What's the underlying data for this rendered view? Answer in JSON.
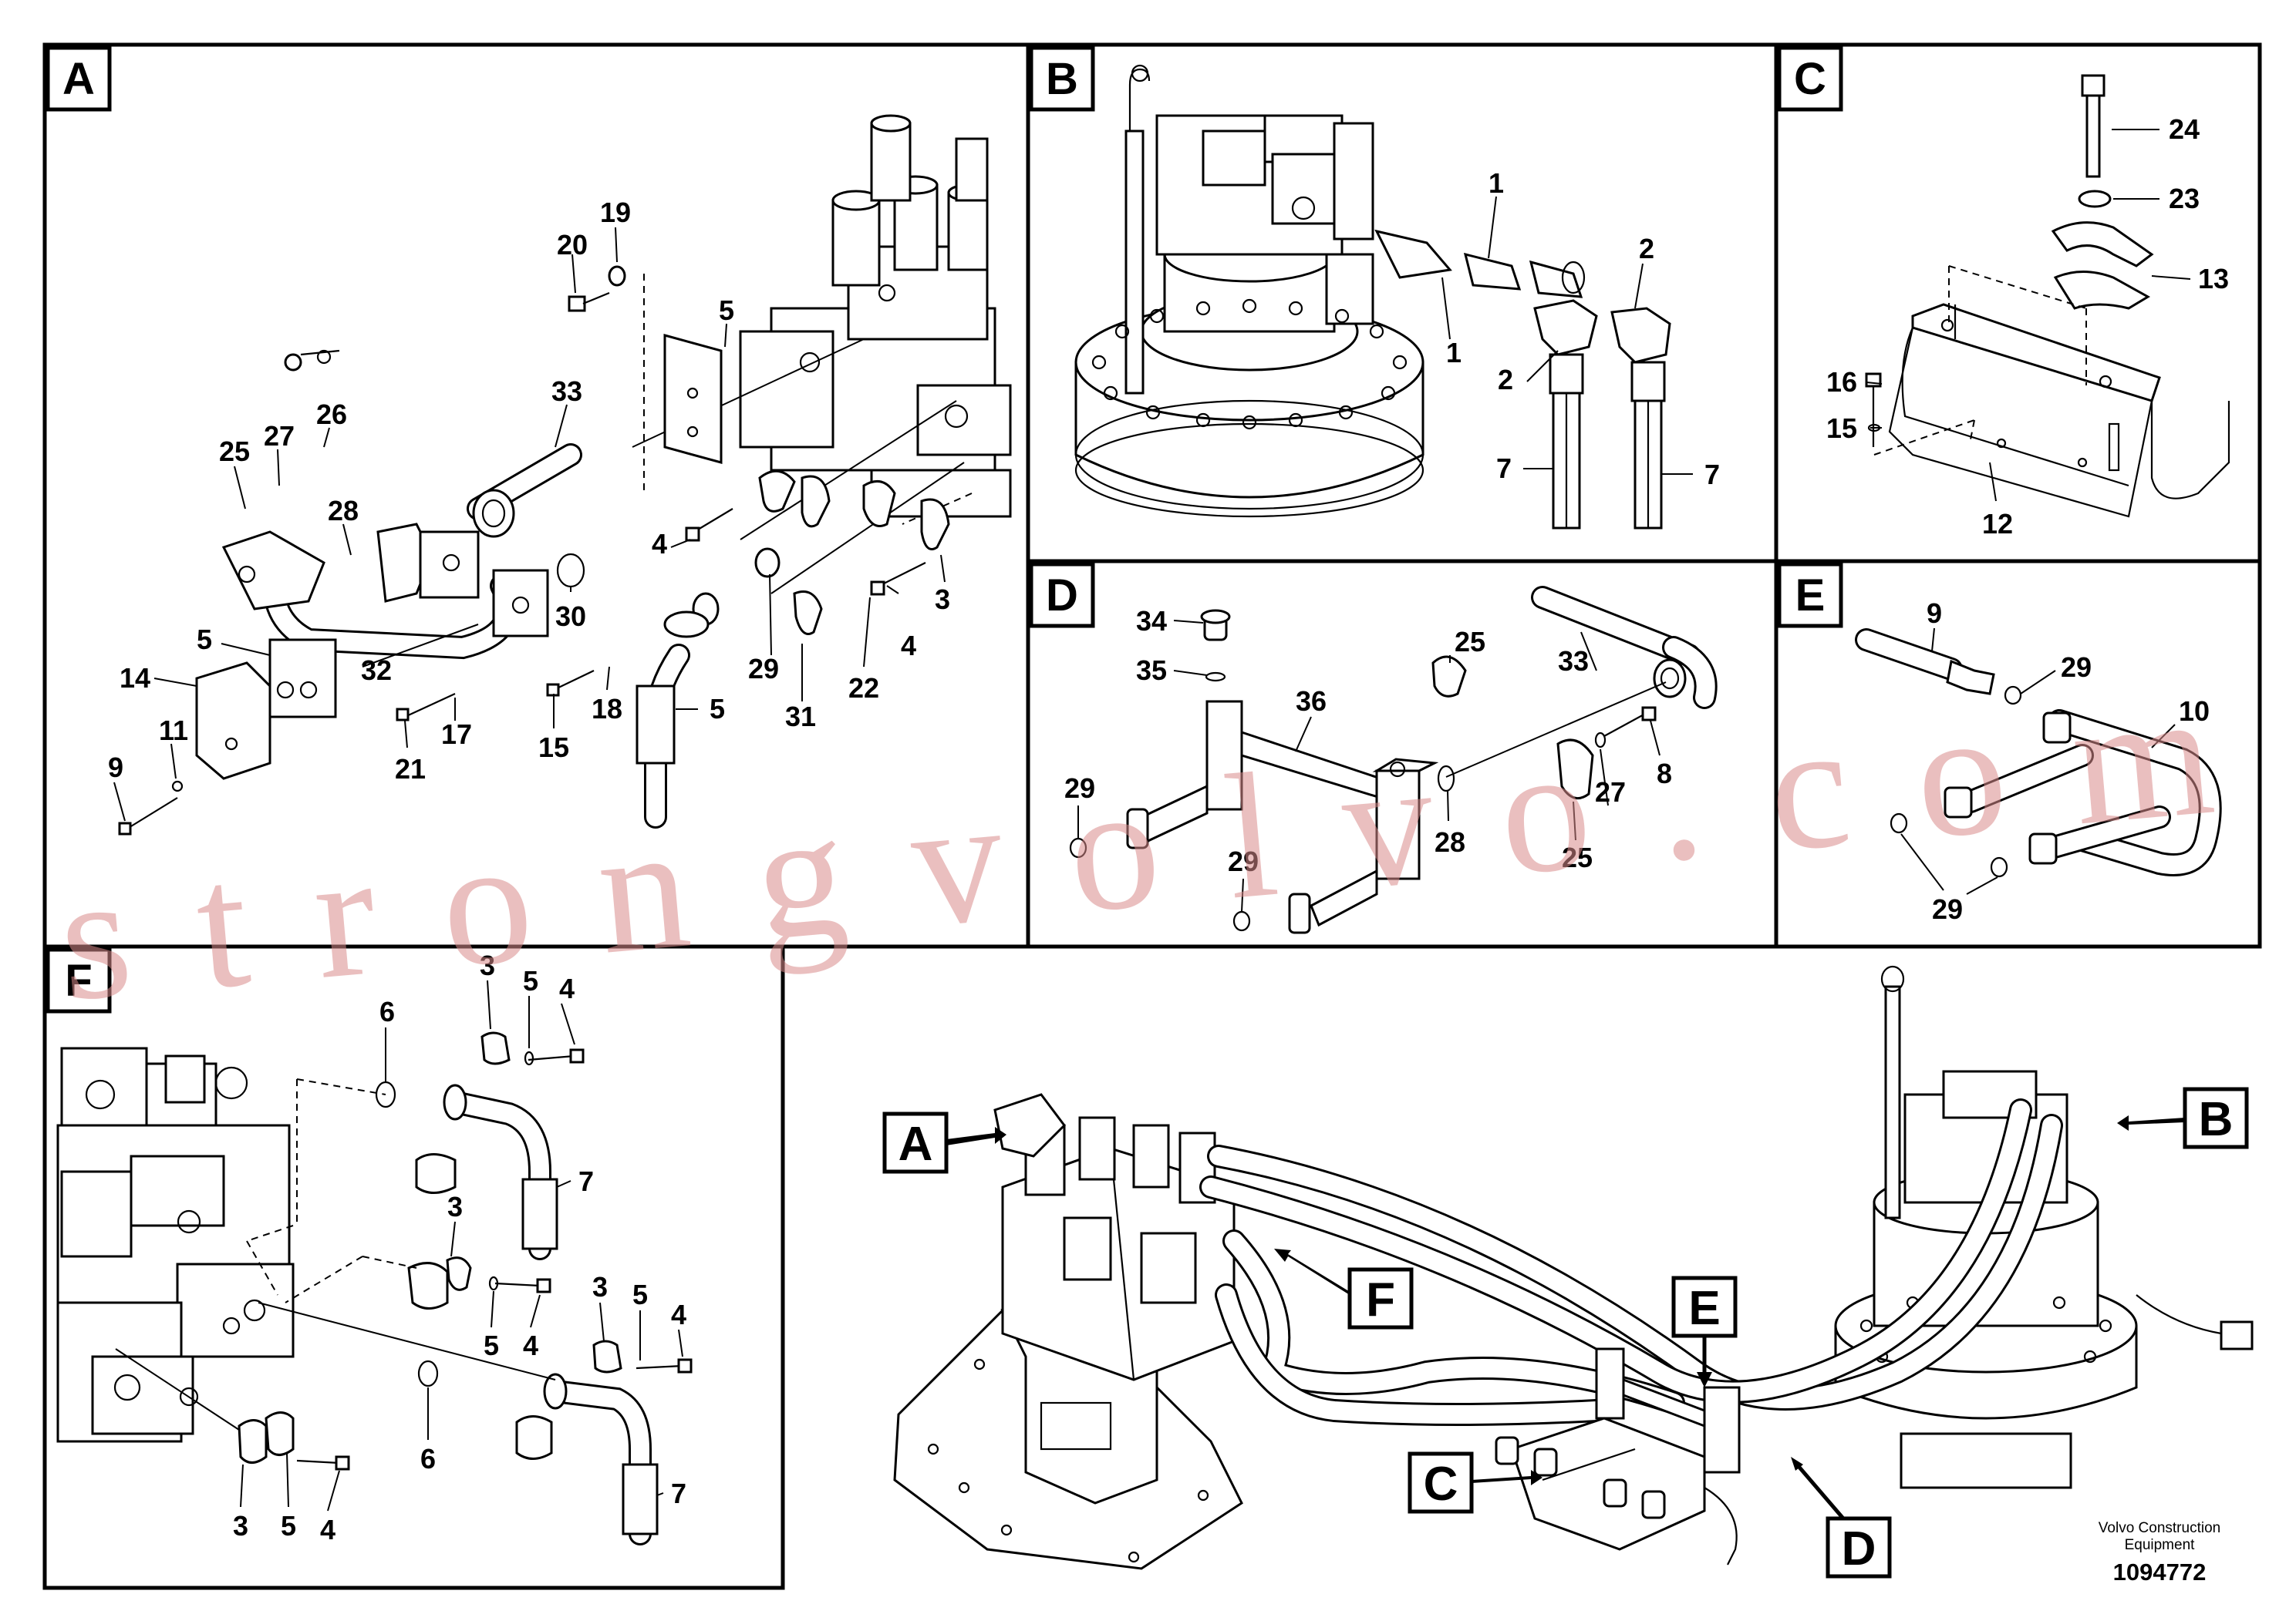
{
  "panels": {
    "A": {
      "letter": "A",
      "callouts": [
        "19",
        "20",
        "5",
        "33",
        "26",
        "25",
        "27",
        "28",
        "4",
        "3",
        "30",
        "32",
        "29",
        "31",
        "5",
        "14",
        "11",
        "21",
        "17",
        "15",
        "18",
        "5",
        "9",
        "22",
        "4"
      ]
    },
    "B": {
      "letter": "B",
      "callouts": [
        "1",
        "2",
        "1",
        "2",
        "7",
        "7"
      ]
    },
    "C": {
      "letter": "C",
      "callouts": [
        "24",
        "23",
        "13",
        "16",
        "15",
        "12"
      ]
    },
    "D": {
      "letter": "D",
      "callouts": [
        "34",
        "35",
        "36",
        "25",
        "33",
        "29",
        "8",
        "27",
        "28",
        "29",
        "25"
      ]
    },
    "E": {
      "letter": "E",
      "callouts": [
        "9",
        "29",
        "10",
        "29"
      ]
    },
    "F": {
      "letter": "F",
      "callouts": [
        "3",
        "5",
        "4",
        "6",
        "7",
        "3",
        "3",
        "5",
        "4",
        "5",
        "4",
        "6",
        "7",
        "3",
        "5",
        "4"
      ]
    }
  },
  "overview_labels": [
    "A",
    "B",
    "F",
    "E",
    "C",
    "D"
  ],
  "watermark": "strongvolvo.com",
  "footer": {
    "brand_line1": "Volvo Construction",
    "brand_line2": "Equipment",
    "doc_number": "1094772"
  }
}
